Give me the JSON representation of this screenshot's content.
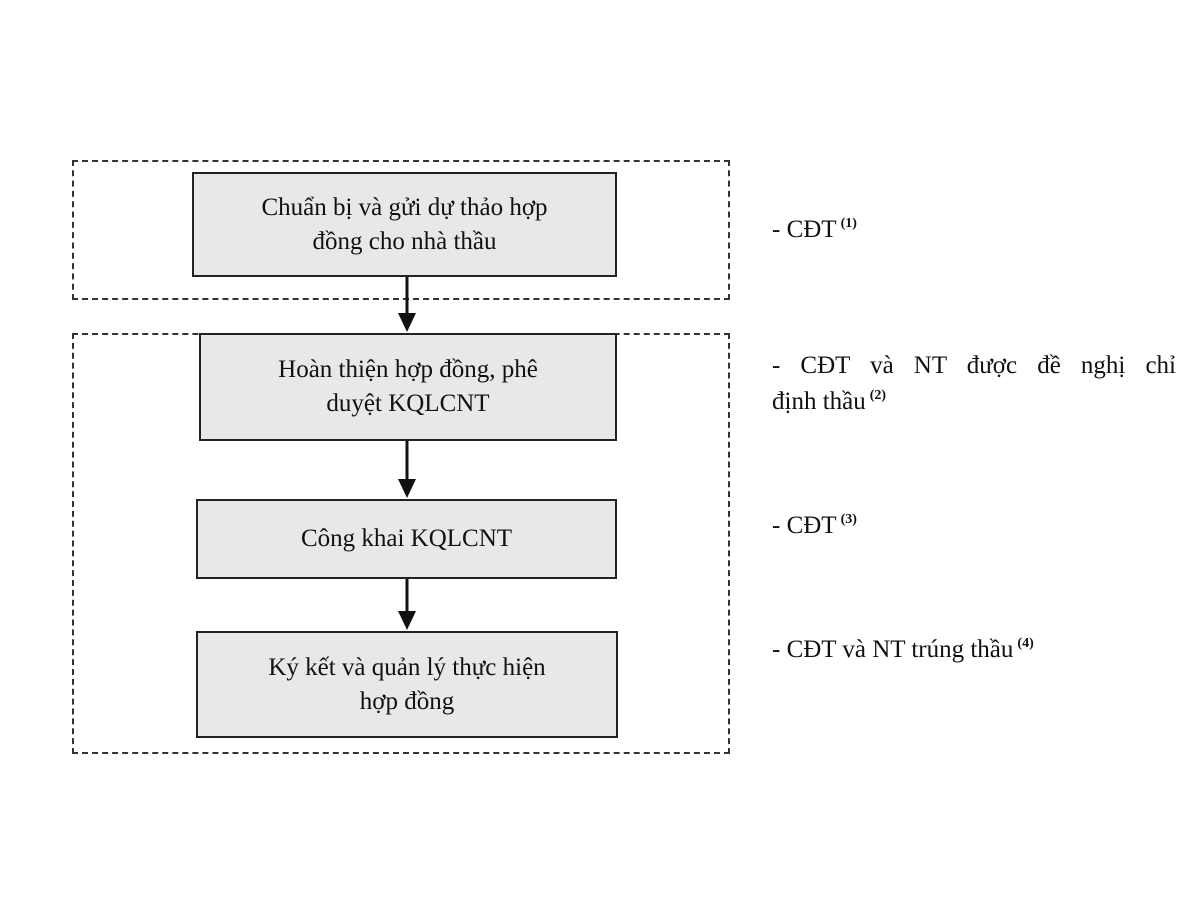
{
  "flowchart": {
    "steps": [
      {
        "label_line1": "Chuẩn bị và gửi dự thảo hợp",
        "label_line2": "đồng cho nhà thầu"
      },
      {
        "label_line1": "Hoàn thiện hợp đồng, phê",
        "label_line2": "duyệt KQLCNT"
      },
      {
        "label_line1": "Công khai KQLCNT",
        "label_line2": ""
      },
      {
        "label_line1": "Ký kết và quản lý thực hiện",
        "label_line2": "hợp đồng"
      }
    ],
    "notes": [
      {
        "line1": "- CĐT",
        "line2": "",
        "ref": "(1)"
      },
      {
        "line1": "- CĐT và NT được đề nghị chỉ",
        "line2": "định thầu",
        "ref": "(2)"
      },
      {
        "line1": "- CĐT",
        "line2": "",
        "ref": "(3)"
      },
      {
        "line1": "- CĐT và NT trúng thầu",
        "line2": "",
        "ref": "(4)"
      }
    ]
  },
  "colors": {
    "box_fill": "#e8e8e8",
    "box_border": "#222222",
    "dashed_border": "#333333",
    "arrow": "#111111"
  }
}
